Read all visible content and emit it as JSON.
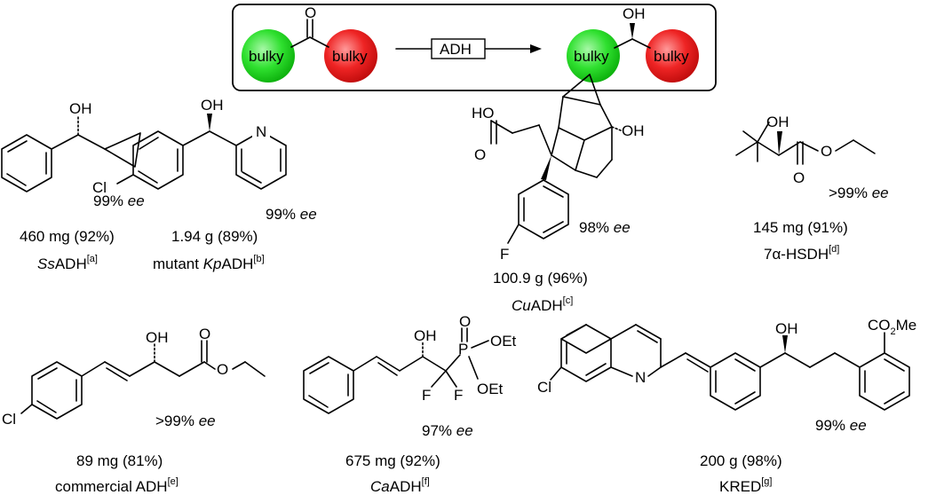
{
  "scheme": {
    "ketone_oxygen": "O",
    "alcohol_oh": "OH",
    "reagent": "ADH",
    "left_group": "bulky",
    "right_group": "bulky",
    "left_color": "#22dd22",
    "right_color": "#ee2222"
  },
  "compounds": [
    {
      "id": "c1",
      "atoms": [
        "OH"
      ],
      "ee_value": "99%",
      "ee_unit": "ee",
      "yield": "460 mg (92%)",
      "enzyme_prefix": "Ss",
      "enzyme_suffix": "ADH",
      "note": "[a]"
    },
    {
      "id": "c2",
      "atoms": [
        "OH",
        "N",
        "Cl"
      ],
      "ee_value": "99%",
      "ee_unit": "ee",
      "yield": "1.94 g (89%)",
      "enzyme_prefix": "mutant ",
      "enzyme_italic": "Kp",
      "enzyme_suffix": "ADH",
      "note": "[b]"
    },
    {
      "id": "c3",
      "atoms": [
        "HO",
        "O",
        "OH",
        "F"
      ],
      "ee_value": "98%",
      "ee_unit": "ee",
      "yield": "100.9 g (96%)",
      "enzyme_prefix": "Cu",
      "enzyme_suffix": "ADH",
      "note": "[c]"
    },
    {
      "id": "c4",
      "atoms": [
        "OH",
        "O",
        "O"
      ],
      "ee_value": ">99%",
      "ee_unit": "ee",
      "yield": "145 mg (91%)",
      "enzyme_name": "7α-HSDH",
      "note": "[d]"
    },
    {
      "id": "c5",
      "atoms": [
        "OH",
        "O",
        "O",
        "Cl"
      ],
      "ee_value": ">99%",
      "ee_unit": "ee",
      "yield": "89 mg (81%)",
      "enzyme_name": "commercial ADH",
      "note": "[e]"
    },
    {
      "id": "c6",
      "atoms": [
        "OH",
        "O",
        "P",
        "OEt",
        "OEt",
        "F",
        "F"
      ],
      "ee_value": "97%",
      "ee_unit": "ee",
      "yield": "675 mg (92%)",
      "enzyme_prefix": "Ca",
      "enzyme_suffix": "ADH",
      "note": "[f]"
    },
    {
      "id": "c7",
      "atoms": [
        "Cl",
        "N",
        "OH",
        "CO",
        "2",
        "Me"
      ],
      "ee_value": "99%",
      "ee_unit": "ee",
      "yield": "200 g (98%)",
      "enzyme_name": "KRED",
      "note": "[g]"
    }
  ]
}
